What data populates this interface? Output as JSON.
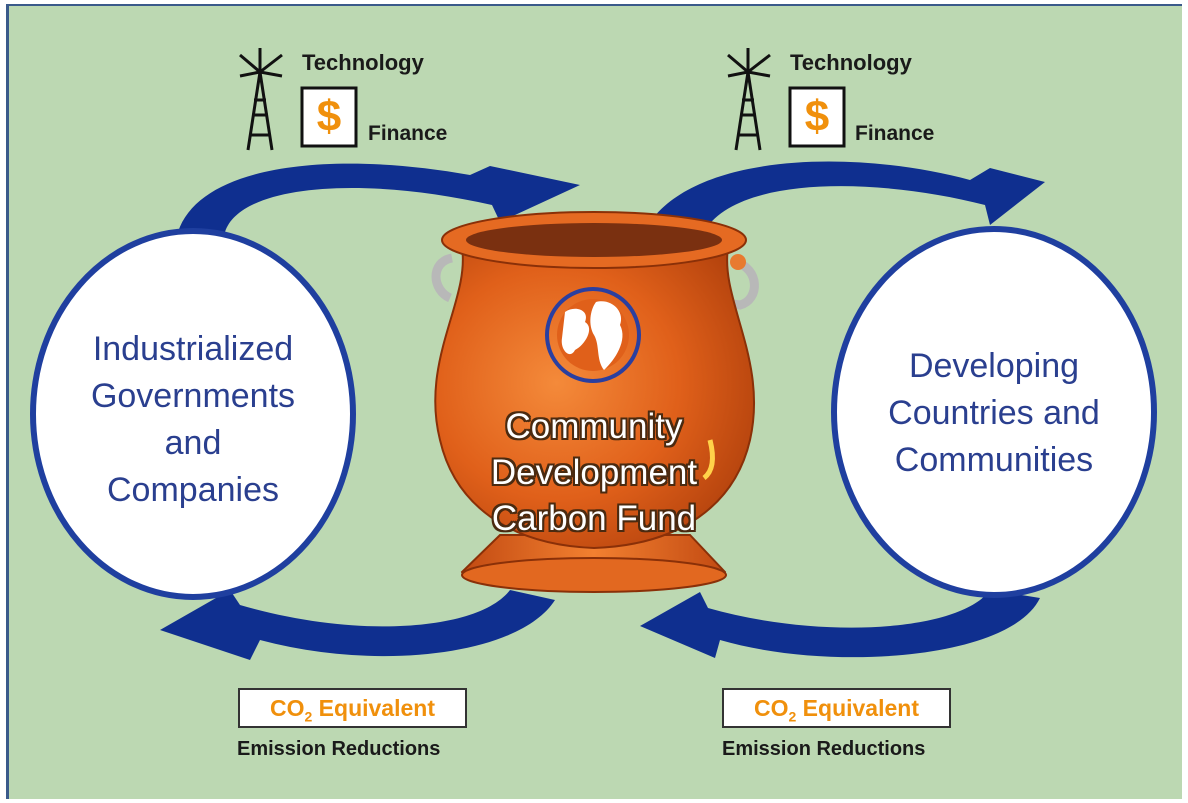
{
  "left_group": {
    "technology": "Technology",
    "finance": "Finance",
    "dollar": "$",
    "co2_prefix": "CO",
    "co2_sub": "2",
    "co2_suffix": " Equivalent",
    "emission": "Emission Reductions"
  },
  "right_group": {
    "technology": "Technology",
    "finance": "Finance",
    "dollar": "$",
    "co2_prefix": "CO",
    "co2_sub": "2",
    "co2_suffix": " Equivalent",
    "emission": "Emission Reductions"
  },
  "left_circle": {
    "lines": [
      "Industrialized",
      "Governments",
      "and",
      "Companies"
    ]
  },
  "right_circle": {
    "lines": [
      "Developing",
      "Countries and",
      "Communities"
    ]
  },
  "fund": {
    "lines": [
      "Community",
      "Development",
      "Carbon Fund"
    ]
  },
  "colors": {
    "background": "#bcd8b2",
    "arrow": "#0f2f8f",
    "circle_border": "#1f3f9f",
    "circle_text": "#2a3f8f",
    "pot": "#e0601a",
    "co2_text": "#f0900c"
  },
  "icons": [
    "windmill-icon",
    "dollar-icon",
    "globe-logo-icon",
    "curved-arrow-icon"
  ]
}
